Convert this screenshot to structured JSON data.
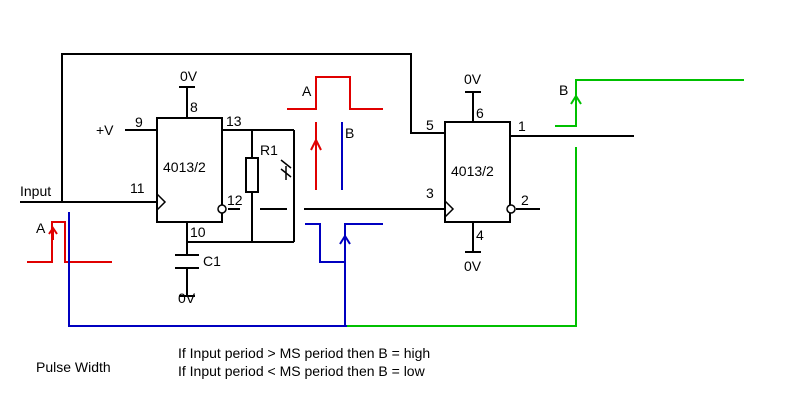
{
  "colors": {
    "black": "#000000",
    "red": "#e00000",
    "blue": "#0000c0",
    "green": "#00c000"
  },
  "chips": [
    {
      "name": "4013/2",
      "pins": [
        "9",
        "8",
        "13",
        "11",
        "12",
        "10"
      ]
    },
    {
      "name": "4013/2",
      "pins": [
        "5",
        "6",
        "1",
        "3",
        "2",
        "4"
      ]
    }
  ],
  "labels": {
    "input": "Input",
    "plus_v": "+V",
    "zero_v": "0V",
    "r1": "R1",
    "c1": "C1",
    "a": "A",
    "b": "B"
  },
  "notes": {
    "title": "Pulse Width",
    "line1": "If Input period > MS period then B = high",
    "line2": "If Input period < MS period then B = low"
  }
}
